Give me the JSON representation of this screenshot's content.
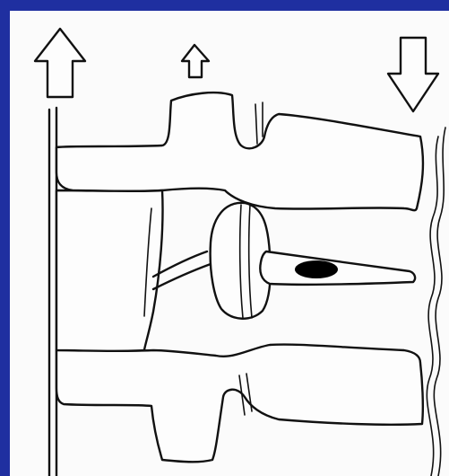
{
  "figure": {
    "border_color": "#1f2fa0",
    "background_color": "#fbfbfb",
    "line_color": "#111111",
    "arrows": [
      {
        "name": "large-up-arrow",
        "direction": "up"
      },
      {
        "name": "small-up-arrow",
        "direction": "up"
      },
      {
        "name": "large-down-arrow",
        "direction": "down"
      }
    ],
    "nucleus_color": "#000000"
  }
}
